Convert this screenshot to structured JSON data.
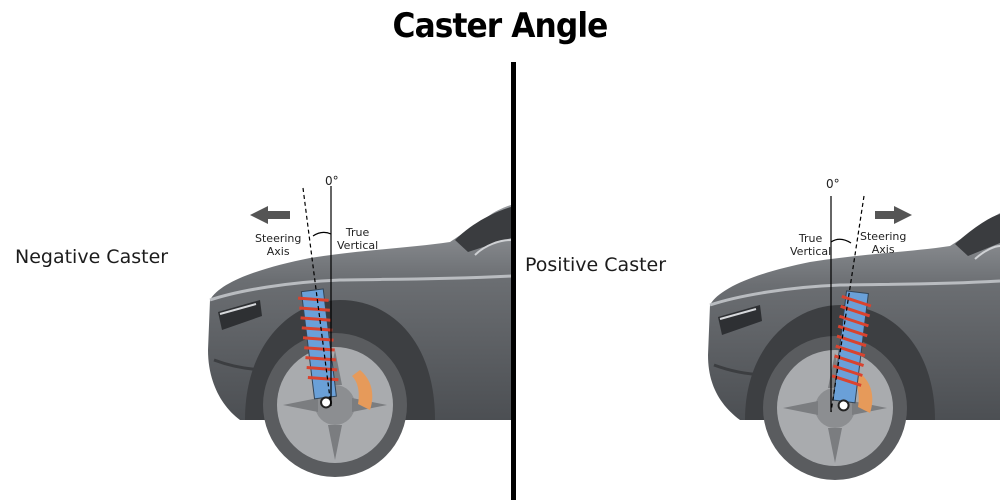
{
  "title": "Caster Angle",
  "panels": [
    {
      "label": "Negative Caster",
      "zero_label": "0°",
      "steering_axis_label": "Steering\nAxis",
      "true_vertical_label": "True\nVertical",
      "arrow_direction": "left"
    },
    {
      "label": "Positive Caster",
      "zero_label": "0°",
      "steering_axis_label": "Steering\nAxis",
      "true_vertical_label": "True\nVertical",
      "arrow_direction": "right"
    }
  ],
  "colors": {
    "car_body": "#5e6165",
    "car_highlight": "#8a8d91",
    "wheel": "#a9abae",
    "spring": "#d9432f",
    "shock": "#6aa0d8",
    "brake": "#e69a5a"
  }
}
